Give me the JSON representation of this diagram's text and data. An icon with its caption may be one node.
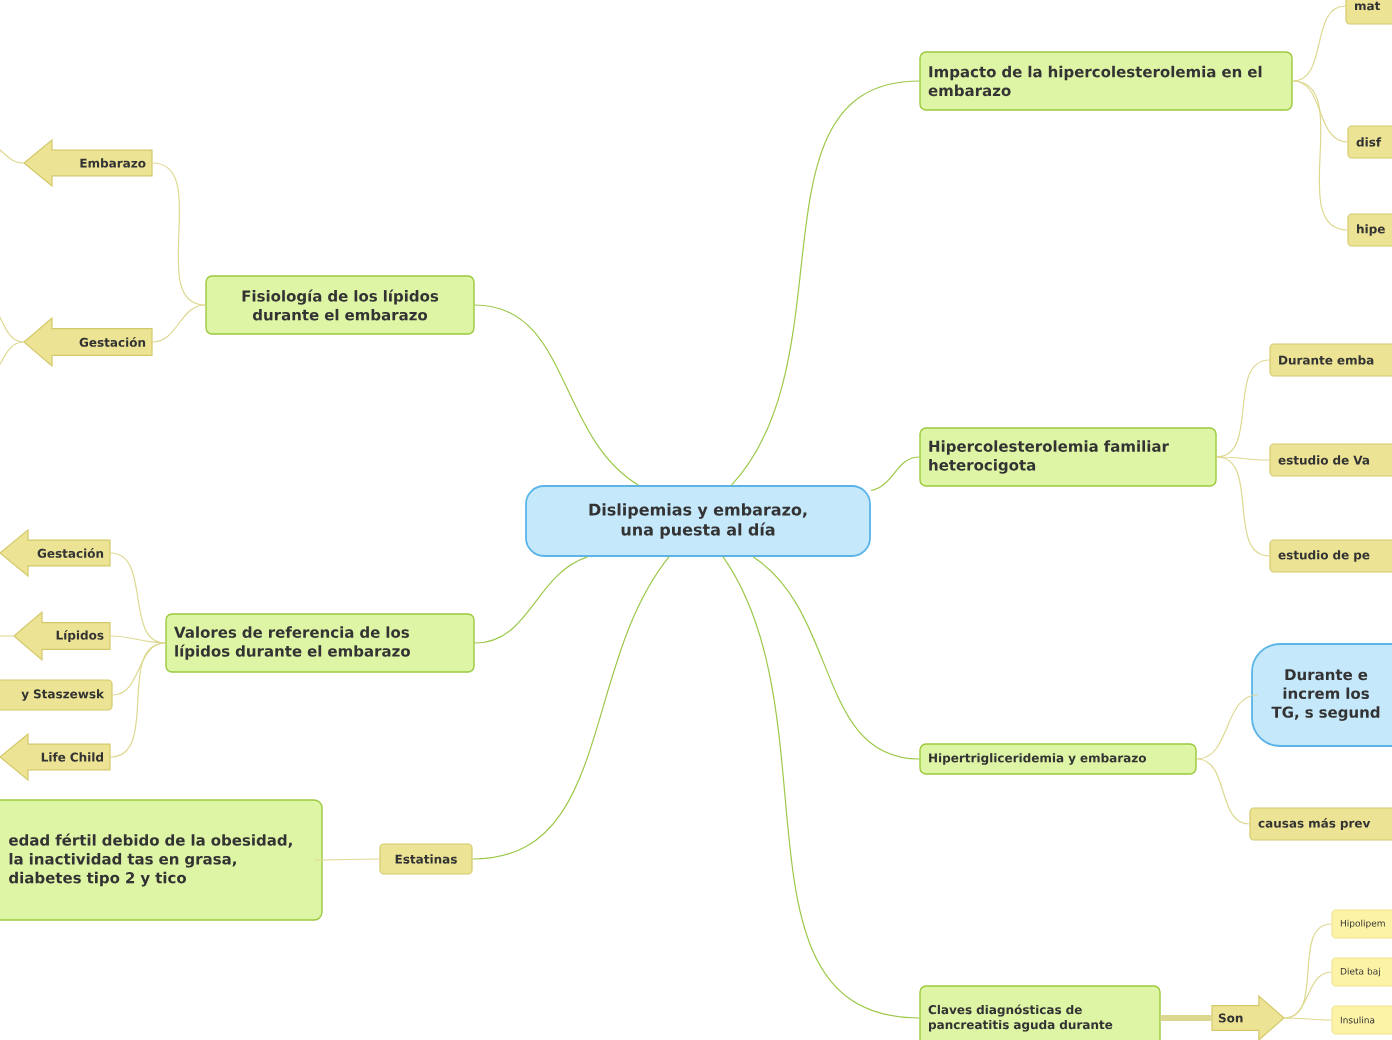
{
  "diagram": {
    "nodes": [
      {
        "text": [
          "Dislipemias y embarazo, una puesta al día"
        ]
      },
      {
        "text": [
          "Fisiología de los lípidos durante el embarazo"
        ]
      },
      {
        "text": [
          "Embarazo"
        ]
      },
      {
        "text": [
          "Gestación"
        ]
      },
      {
        "text": [
          "Valores de referencia de los lípidos durante el embarazo"
        ]
      },
      {
        "text": [
          "Gestación"
        ]
      },
      {
        "text": [
          "Lípidos"
        ]
      },
      {
        "text": [
          "y Staszewsk"
        ]
      },
      {
        "text": [
          "Life Child"
        ]
      },
      {
        "text": [
          "Estatinas"
        ]
      },
      {
        "text": [
          "edad fértil debido de la obesidad, la inactividad tas en grasa, diabetes tipo 2 y tico"
        ]
      },
      {
        "text": [
          "Impacto de la hipercolesterolemia en el embarazo"
        ]
      },
      {
        "text": [
          "mat"
        ]
      },
      {
        "text": [
          "disf"
        ]
      },
      {
        "text": [
          "hipe"
        ]
      },
      {
        "text": [
          "Hipercolesterolemia familiar heterocigota"
        ]
      },
      {
        "text": [
          "Durante emba"
        ]
      },
      {
        "text": [
          "estudio de Va"
        ]
      },
      {
        "text": [
          "estudio de pe"
        ]
      },
      {
        "text": [
          "Hipertrigliceridemia y embarazo"
        ]
      },
      {
        "text": [
          "Durante e increm los TG, s segund"
        ]
      },
      {
        "text": [
          "causas más prev"
        ]
      },
      {
        "text": [
          "Claves diagnósticas de pancreatitis aguda durante"
        ]
      },
      {
        "text": [
          "Son"
        ]
      },
      {
        "text": [
          "Hipolipem"
        ]
      },
      {
        "text": [
          "Dieta baj"
        ]
      },
      {
        "text": [
          "Insulina"
        ]
      }
    ],
    "edges": [
      {
        "from": 0,
        "to": 1,
        "arrow": "none",
        "color": "#9dc84a"
      },
      {
        "from": 0,
        "to": 4,
        "arrow": "none",
        "color": "#9dc84a"
      },
      {
        "from": 0,
        "to": 9,
        "arrow": "none",
        "color": "#9dc84a"
      },
      {
        "from": 0,
        "to": 11,
        "arrow": "none",
        "color": "#9dc84a"
      },
      {
        "from": 0,
        "to": 15,
        "arrow": "none",
        "color": "#9dc84a"
      },
      {
        "from": 0,
        "to": 19,
        "arrow": "none",
        "color": "#9dc84a"
      },
      {
        "from": 0,
        "to": 22,
        "arrow": "none",
        "color": "#9dc84a"
      },
      {
        "from": 1,
        "to": 2,
        "arrow": "none"
      },
      {
        "from": 1,
        "to": 3,
        "arrow": "none"
      },
      {
        "from": 4,
        "to": 5,
        "arrow": "none"
      },
      {
        "from": 4,
        "to": 6,
        "arrow": "none"
      },
      {
        "from": 4,
        "to": 7,
        "arrow": "none"
      },
      {
        "from": 4,
        "to": 8,
        "arrow": "none"
      },
      {
        "from": 9,
        "to": 10,
        "arrow": "none"
      },
      {
        "from": 11,
        "to": 12,
        "arrow": "none"
      },
      {
        "from": 11,
        "to": 13,
        "arrow": "none"
      },
      {
        "from": 11,
        "to": 14,
        "arrow": "none"
      },
      {
        "from": 15,
        "to": 16,
        "arrow": "none"
      },
      {
        "from": 15,
        "to": 17,
        "arrow": "none"
      },
      {
        "from": 15,
        "to": 18,
        "arrow": "none"
      },
      {
        "from": 19,
        "to": 20,
        "arrow": "none"
      },
      {
        "from": 19,
        "to": 21,
        "arrow": "none"
      },
      {
        "from": 22,
        "to": 23,
        "arrow": "none",
        "style": "thick"
      },
      {
        "from": 23,
        "to": 24,
        "arrow": "none"
      },
      {
        "from": 23,
        "to": 25,
        "arrow": "none"
      },
      {
        "from": 23,
        "to": 26,
        "arrow": "none"
      },
      {
        "from": 2,
        "to": null,
        "arrow": "none"
      },
      {
        "from": 3,
        "to": null,
        "arrow": "none"
      },
      {
        "from": 3,
        "to": null,
        "arrow": "none"
      },
      {
        "from": 6,
        "to": null,
        "arrow": "none"
      }
    ]
  }
}
